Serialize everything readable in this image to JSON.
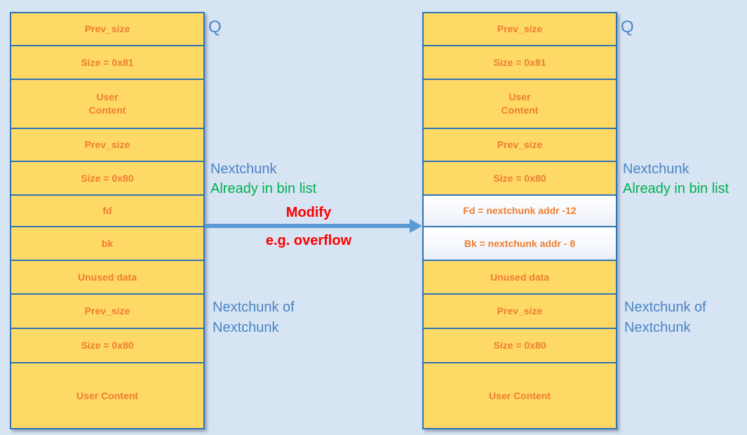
{
  "title": "Heap chunk unlink overwrite diagram",
  "colors": {
    "background": "#d6e4f3",
    "chunk_fill": "#ffd966",
    "chunk_border": "#2e74b5",
    "chunk_label_text": "#ed7d31",
    "annotation_blue": "#4d84c4",
    "annotation_green": "#00b050",
    "annotation_red": "#ff0000",
    "arrow_blue": "#5b9bd5",
    "modified_row_fill": "#ffffff"
  },
  "columns": [
    {
      "side": "left",
      "q_label": "Q",
      "rows": [
        {
          "label": "Prev_size"
        },
        {
          "label": "Size = 0x81"
        },
        {
          "label": "User\nContent"
        },
        {
          "label": "Prev_size"
        },
        {
          "label": "Size = 0x80"
        },
        {
          "label": "fd"
        },
        {
          "label": "bk"
        },
        {
          "label": "Unused data"
        },
        {
          "label": "Prev_size"
        },
        {
          "label": "Size = 0x80"
        },
        {
          "label": "User Content"
        }
      ]
    },
    {
      "side": "right",
      "q_label": "Q",
      "rows": [
        {
          "label": "Prev_size"
        },
        {
          "label": "Size = 0x81"
        },
        {
          "label": "User\nContent"
        },
        {
          "label": "Prev_size"
        },
        {
          "label": "Size = 0x80"
        },
        {
          "label": "Fd = nextchunk addr -12",
          "highlight": true
        },
        {
          "label": "Bk = nextchunk addr - 8",
          "highlight": true
        },
        {
          "label": "Unused data"
        },
        {
          "label": "Prev_size"
        },
        {
          "label": "Size = 0x80"
        },
        {
          "label": "User Content"
        }
      ]
    }
  ],
  "annotations": {
    "nextchunk": "Nextchunk",
    "already_in_bin": "Already in bin list",
    "nextchunk_of": "Nextchunk of\nNextchunk",
    "modify": "Modify",
    "overflow": "e.g. overflow"
  }
}
